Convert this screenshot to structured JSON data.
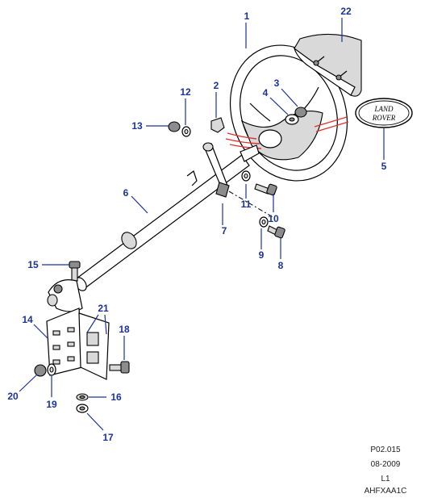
{
  "diagram": {
    "callouts": [
      {
        "id": "1",
        "label": "1"
      },
      {
        "id": "2",
        "label": "2"
      },
      {
        "id": "3",
        "label": "3"
      },
      {
        "id": "4",
        "label": "4"
      },
      {
        "id": "5",
        "label": "5"
      },
      {
        "id": "6",
        "label": "6"
      },
      {
        "id": "7",
        "label": "7"
      },
      {
        "id": "8",
        "label": "8"
      },
      {
        "id": "9",
        "label": "9"
      },
      {
        "id": "10",
        "label": "10"
      },
      {
        "id": "11",
        "label": "11"
      },
      {
        "id": "12",
        "label": "12"
      },
      {
        "id": "13",
        "label": "13"
      },
      {
        "id": "14",
        "label": "14"
      },
      {
        "id": "15",
        "label": "15"
      },
      {
        "id": "16",
        "label": "16"
      },
      {
        "id": "17",
        "label": "17"
      },
      {
        "id": "18",
        "label": "18"
      },
      {
        "id": "19",
        "label": "19"
      },
      {
        "id": "20",
        "label": "20"
      },
      {
        "id": "21",
        "label": "21"
      },
      {
        "id": "22",
        "label": "22"
      }
    ],
    "badge": {
      "line1": "LAND",
      "line2": "ROVER"
    },
    "colors": {
      "callout": "#1a3399",
      "highlight": "#e0312f",
      "outline": "#000000"
    }
  },
  "footer": {
    "ref": "P02.015",
    "date": "08-2009",
    "level": "L1",
    "code": "AHFXAA1C"
  }
}
